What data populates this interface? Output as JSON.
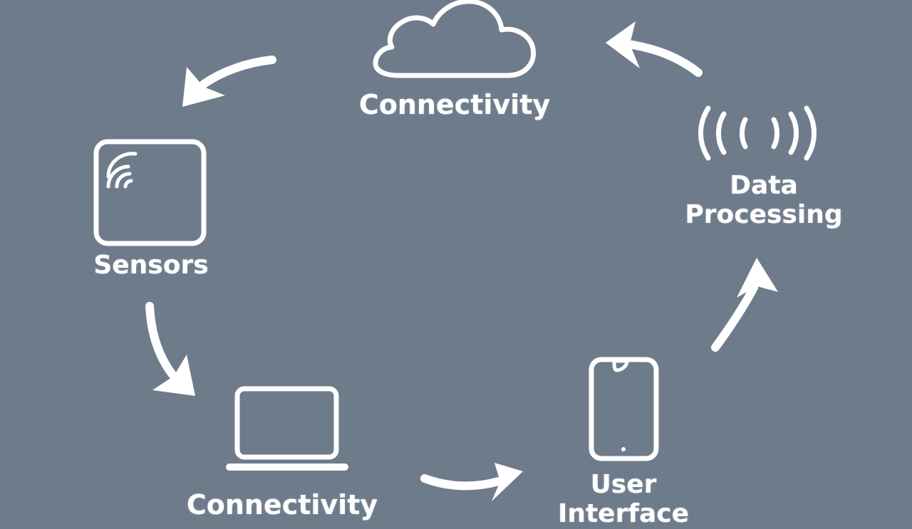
{
  "colors": {
    "background": "#6e7b8b",
    "foreground": "#ffffff"
  },
  "nodes": {
    "cloud": {
      "label": "Connectivity",
      "icon": "cloud-icon"
    },
    "data_processing": {
      "line1": "Data",
      "line2": "Processing",
      "icon": "wireless-signal-icon"
    },
    "sensors": {
      "label": "Sensors",
      "icon": "sensor-icon"
    },
    "laptop": {
      "label": "Connectivity",
      "icon": "laptop-icon"
    },
    "user_interface": {
      "line1": "User",
      "line2": "Interface",
      "icon": "smartphone-icon"
    }
  },
  "arrows": [
    "arrow-data-processing-to-cloud",
    "arrow-cloud-to-sensors",
    "arrow-sensors-to-laptop",
    "arrow-laptop-to-user-interface",
    "arrow-user-interface-to-data-processing"
  ]
}
